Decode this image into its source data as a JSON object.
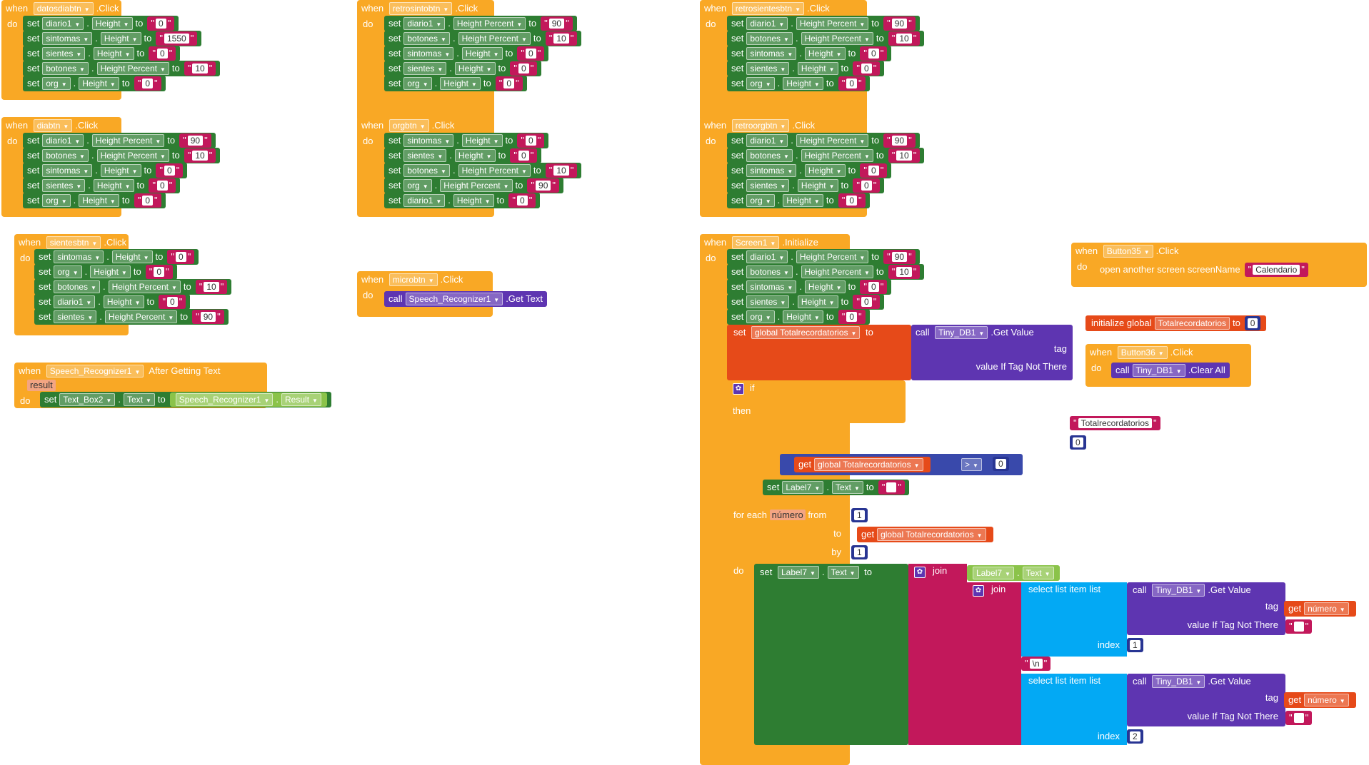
{
  "kw": {
    "when": "when",
    "do": "do",
    "set": "set",
    "to": "to",
    "call": "call",
    "if": "if",
    "then": "then",
    "get": "get",
    "join": "join",
    "click": ".Click",
    "for_each": "for each",
    "from": "from",
    "by": "by",
    "initialize_global": "initialize global",
    "select_list_item": "select list item",
    "list": "list",
    "index": "index",
    "tag": "tag",
    "value_if": "value If Tag Not There",
    "result": "result",
    "after": "After Getting Text",
    "get_value": ".Get Value",
    "clear_all": ".Clear All",
    "get_text": ".Get Text",
    "initialize": ".Initialize",
    "open_screen": "open another screen",
    "screen_name": "screenName"
  },
  "props": {
    "height": "Height",
    "height_pct": "Height Percent",
    "text": "Text",
    "result": "Result"
  },
  "comp": {
    "diario1": "diario1",
    "sintomas": "sintomas",
    "sientes": "sientes",
    "botones": "botones",
    "org": "org",
    "label7": "Label7",
    "text_box2": "Text_Box2",
    "speech": "Speech_Recognizer1",
    "tinydb": "Tiny_DB1"
  },
  "events": {
    "datosdiabtn": "datosdiabtn",
    "diabtn": "diabtn",
    "sientesbtn": "sientesbtn",
    "speech": "Speech_Recognizer1",
    "retrosintobtn": "retrosintobtn",
    "orgbtn": "orgbtn",
    "microbtn": "microbtn",
    "retrosientesbtn": "retrosientesbtn",
    "retroorgbtn": "retroorgbtn",
    "screen1": "Screen1",
    "button35": "Button35",
    "button36": "Button36"
  },
  "values": {
    "v0": "0",
    "v1550": "1550",
    "v90": "90",
    "v10": "10",
    "n0": "0",
    "n1": "1",
    "n2": "2",
    "nl": "\\n",
    "calendario": "Calendario",
    "tag_total": "Totalrecordatorios",
    "numero": "número",
    "global_total": "global Totalrecordatorios",
    "global_name": "Totalrecordatorios",
    "gt": ">"
  }
}
